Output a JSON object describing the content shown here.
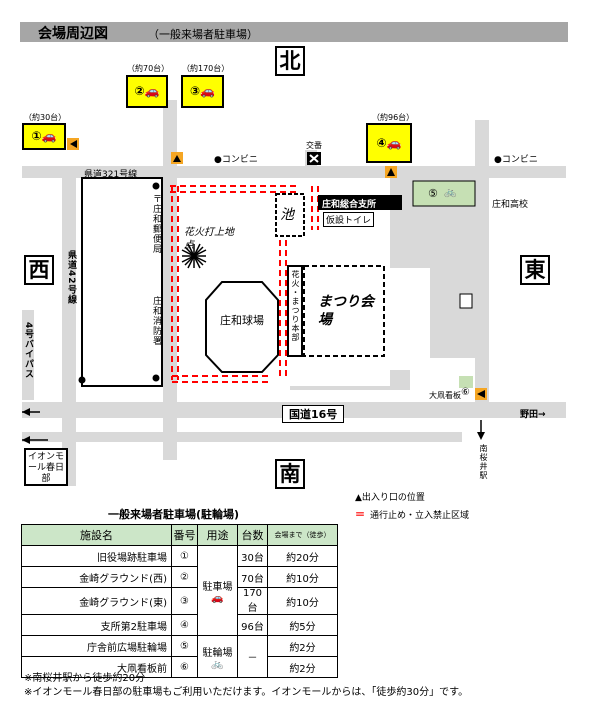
{
  "header": {
    "title": "会場周辺図",
    "subtitle": "（一般来場者駐車場）"
  },
  "compass": {
    "north": "北",
    "south": "南",
    "west": "西",
    "east": "東"
  },
  "parking": [
    {
      "num": "①",
      "cap": "（約30台）"
    },
    {
      "num": "②",
      "cap": "（約70台）"
    },
    {
      "num": "③",
      "cap": "（約170台）"
    },
    {
      "num": "④",
      "cap": "（約96台）"
    },
    {
      "num": "⑤"
    },
    {
      "num": "⑥"
    }
  ],
  "roads": {
    "prefectural_321": "県道321号線",
    "prefectural_42": "県道42号線",
    "bypass_4": "4号バイパス",
    "national_16": "国道16号",
    "noda": "野田→",
    "left_arrow": "←"
  },
  "places": {
    "conbini1": "●コンビニ",
    "conbini2": "●コンビニ",
    "koban": "交番",
    "shoowa_branch": "庄和総合支所",
    "temp_toilet": "仮設トイレ",
    "pond": "池",
    "fireworks": "花火打上地点",
    "post_office": "〒庄和郵便局",
    "fire_station": "庄和消防署",
    "stadium": "庄和球場",
    "hq": "花火・まつり本部",
    "venue": "まつり会場",
    "shoowa_high": "庄和高校",
    "omori": "大凧看板",
    "aeon": "イオンモール春日部",
    "station": "南桜井駅"
  },
  "legend": {
    "entrance": "▲出入り口の位置",
    "closed_mark": "＝",
    "closed": "通行止め・立入禁止区域"
  },
  "table": {
    "title": "一般来場者駐車場(駐輪場)",
    "headers": [
      "施設名",
      "番号",
      "用途",
      "台数",
      "会場まで（徒歩）"
    ],
    "rows": [
      {
        "name": "旧役場跡駐車場",
        "num": "①",
        "count": "30台",
        "walk": "約20分"
      },
      {
        "name": "金崎グラウンド(西)",
        "num": "②",
        "count": "70台",
        "walk": "約10分"
      },
      {
        "name": "金崎グラウンド(東)",
        "num": "③",
        "count": "170台",
        "walk": "約10分"
      },
      {
        "name": "支所第2駐車場",
        "num": "④",
        "count": "96台",
        "walk": "約5分"
      },
      {
        "name": "庁舎前広場駐輪場",
        "num": "⑤",
        "walk": "約2分"
      },
      {
        "name": "大凧看板前",
        "num": "⑥",
        "walk": "約2分"
      }
    ],
    "use_parking": "駐車場",
    "use_bicycle": "駐輪場",
    "dash": "－"
  },
  "notes": [
    "※南桜井駅から徒歩約20分",
    "※イオンモール春日部の駐車場もご利用いただけます。イオンモールからは、「徒歩約30分」です。"
  ],
  "colors": {
    "road": "#d9d9d9",
    "parking_yellow": "#ffff00",
    "bicycle_green": "#c6e0b4",
    "table_header": "#cce6c8",
    "closed_red": "#ff0000",
    "entrance_orange": "#f5a623"
  }
}
